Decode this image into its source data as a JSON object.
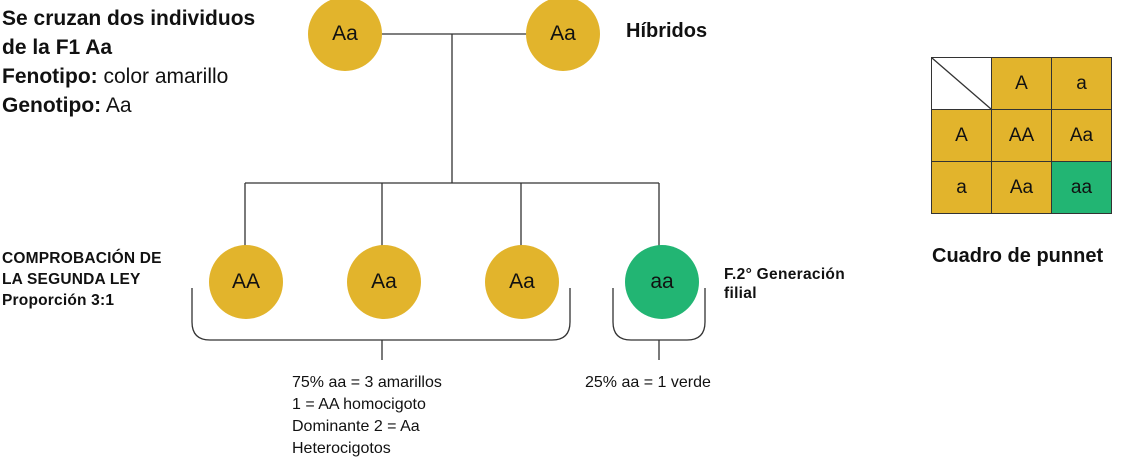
{
  "info": {
    "line1": "Se cruzan dos individuos",
    "line2": "de la F1 Aa",
    "phenotype_key": "Fenotipo:",
    "phenotype_value": " color amarillo",
    "genotype_key": "Genotipo:",
    "genotype_value": " Aa"
  },
  "parents": {
    "p1": "Aa",
    "p2": "Aa",
    "label": "Híbridos"
  },
  "offspring": [
    "AA",
    "Aa",
    "Aa",
    "aa"
  ],
  "check_label": {
    "line1": "COMPROBACIÓN DE",
    "line2": "LA SEGUNDA LEY",
    "line3": "Proporción 3:1"
  },
  "f2_label": {
    "line1": "F.2° Generación",
    "line2": "filial"
  },
  "summary_left": {
    "line1": "75% aa = 3 amarillos",
    "line2": "1 = AA homocigoto",
    "line3": "Dominante 2 = Aa",
    "line4": "Heterocigotos"
  },
  "summary_right": {
    "line1": "25% aa = 1 verde"
  },
  "punnett": {
    "header": [
      "A",
      "a"
    ],
    "rows": [
      {
        "head": "A",
        "cells": [
          "AA",
          "Aa"
        ]
      },
      {
        "head": "a",
        "cells": [
          "Aa",
          "aa"
        ]
      }
    ],
    "caption": "Cuadro de punnet"
  },
  "colors": {
    "yellow": "#E2B42C",
    "green": "#22B573",
    "line": "#333333"
  }
}
